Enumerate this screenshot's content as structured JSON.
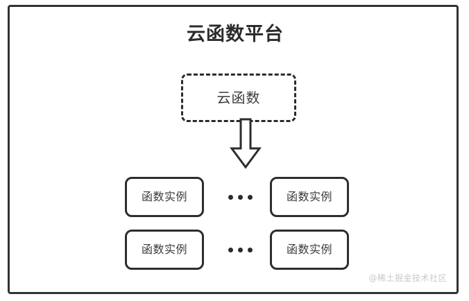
{
  "diagram": {
    "platform": {
      "title": "云函数平台"
    },
    "cloud_function": {
      "label": "云函数",
      "border_style": "dashed"
    },
    "flow_arrow": {
      "icon": "down-block-arrow-icon",
      "direction": "down"
    },
    "instance_rows": [
      {
        "left_instance": "函数实例",
        "ellipsis": "•••",
        "right_instance": "函数实例"
      },
      {
        "left_instance": "函数实例",
        "ellipsis": "•••",
        "right_instance": "函数实例"
      }
    ],
    "watermark": "@稀土掘金技术社区",
    "colors": {
      "stroke": "#2d2d2d",
      "title_text": "#2b2b2b",
      "body_text": "#3a3a3a",
      "background": "#ffffff",
      "watermark_text": "#c9c9c9"
    }
  }
}
